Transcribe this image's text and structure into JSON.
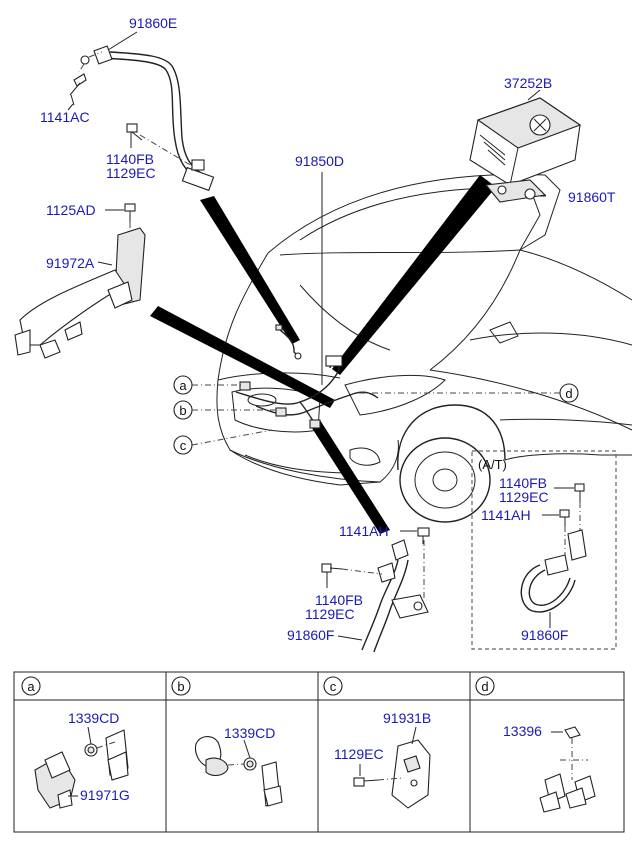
{
  "parts": {
    "p91860E": "91860E",
    "p1141AC": "1141AC",
    "p1140FB_a": "1140FB",
    "p1129EC_a": "1129EC",
    "p1125AD": "1125AD",
    "p91972A": "91972A",
    "p91850D": "91850D",
    "p37252B": "37252B",
    "p91860T": "91860T",
    "p1141AH_main": "1141AH",
    "p1140FB_b": "1140FB",
    "p1129EC_b": "1129EC",
    "p91860F_main": "91860F"
  },
  "at_box": {
    "title": "(A/T)",
    "p1140FB": "1140FB",
    "p1129EC": "1129EC",
    "p1141AH": "1141AH",
    "p91860F": "91860F"
  },
  "callouts": {
    "a": "a",
    "b": "b",
    "c": "c",
    "d": "d"
  },
  "detail_table": {
    "headers": [
      "a",
      "b",
      "c",
      "d"
    ],
    "cells": {
      "a": {
        "part1": "1339CD",
        "part2": "91971G"
      },
      "b": {
        "part1": "1339CD"
      },
      "c": {
        "part1": "91931B",
        "part2": "1129EC"
      },
      "d": {
        "part1": "13396"
      }
    }
  }
}
